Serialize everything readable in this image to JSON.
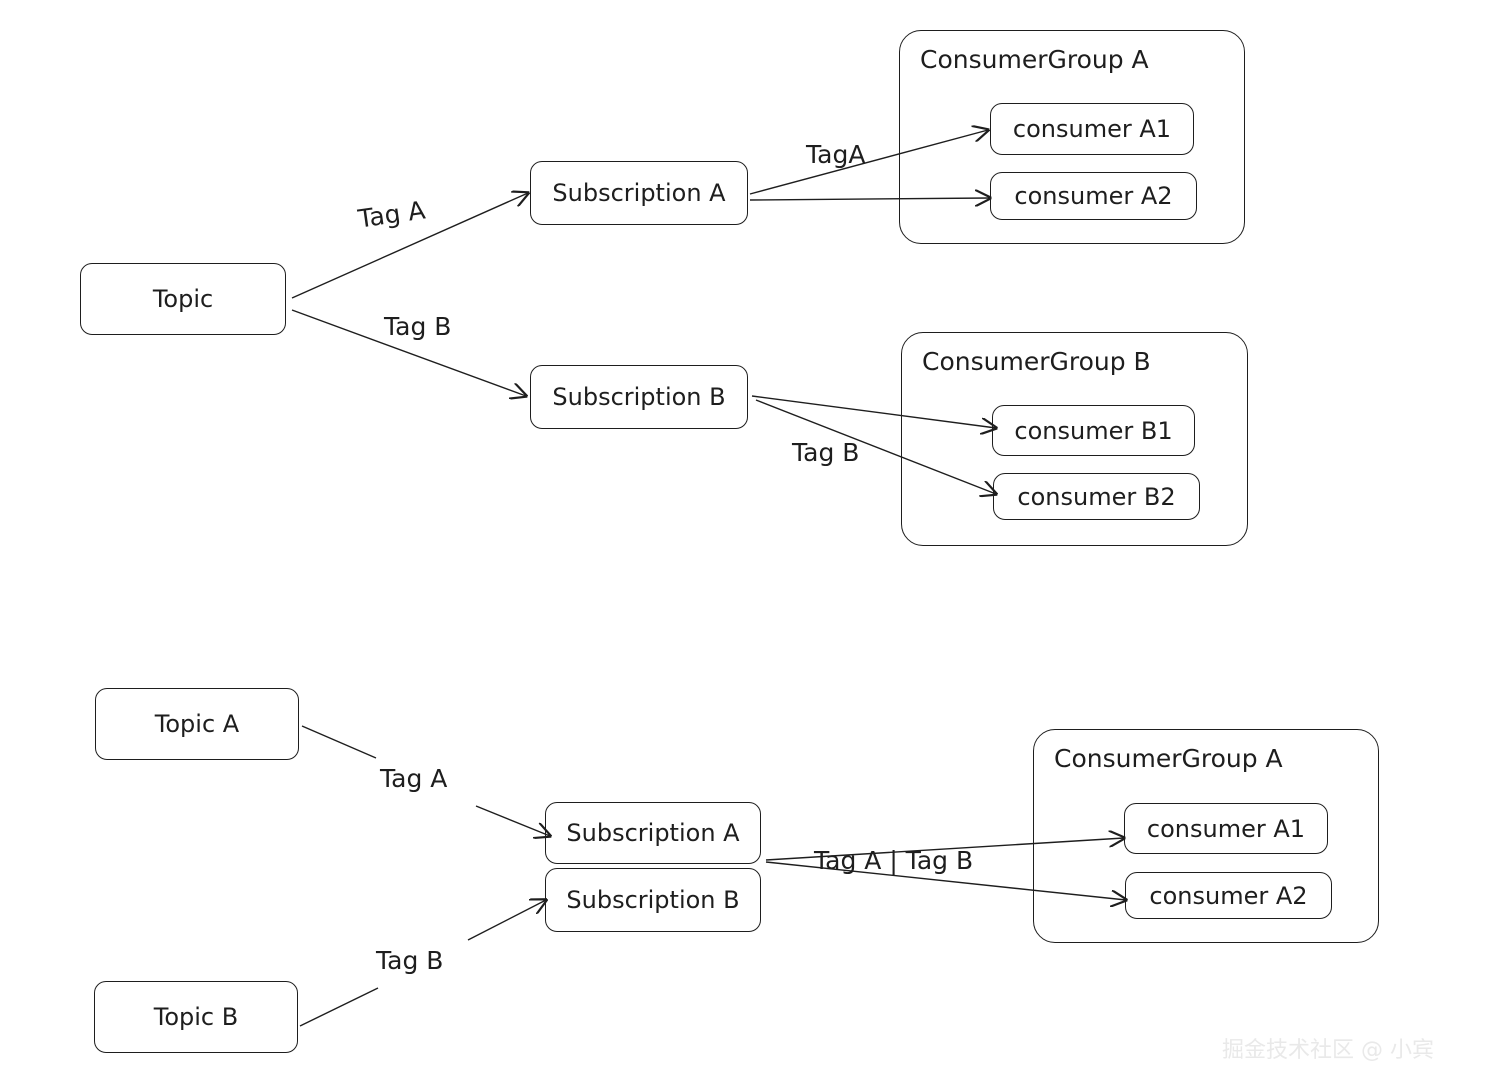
{
  "diagram1": {
    "topic": "Topic",
    "subscription_a": "Subscription A",
    "subscription_b": "Subscription B",
    "edge_topic_sub_a": "Tag A",
    "edge_topic_sub_b": "Tag B",
    "edge_sub_a_consumers": "TagA",
    "edge_sub_b_consumers": "Tag B",
    "group_a": {
      "title": "ConsumerGroup A",
      "consumers": [
        "consumer A1",
        "consumer A2"
      ]
    },
    "group_b": {
      "title": "ConsumerGroup B",
      "consumers": [
        "consumer B1",
        "consumer B2"
      ]
    }
  },
  "diagram2": {
    "topic_a": "Topic A",
    "topic_b": "Topic B",
    "subscription_a": "Subscription A",
    "subscription_b": "Subscription B",
    "edge_topic_a": "Tag A",
    "edge_topic_b": "Tag B",
    "edge_subs_consumers": "Tag A | Tag B",
    "group_a": {
      "title": "ConsumerGroup A",
      "consumers": [
        "consumer A1",
        "consumer A2"
      ]
    }
  },
  "watermark": "掘金技术社区 @ 小宾"
}
